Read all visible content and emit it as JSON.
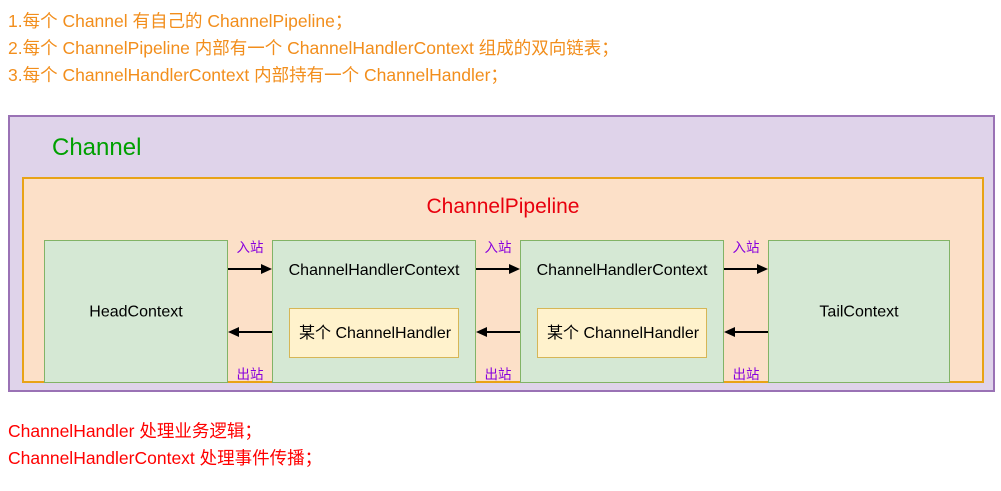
{
  "top_notes": [
    "1.每个 Channel 有自己的 ChannelPipeline；",
    "2.每个 ChannelPipeline 内部有一个 ChannelHandlerContext 组成的双向链表；",
    "3.每个 ChannelHandlerContext 内部持有一个 ChannelHandler；"
  ],
  "diagram": {
    "channel": {
      "title": "Channel",
      "color": "#00a000",
      "fill": "#dfd3ea",
      "border": "#9a72b5"
    },
    "pipeline": {
      "title": "ChannelPipeline",
      "color": "#e8000d",
      "fill": "#fce0c8",
      "border": "#e8a317"
    },
    "context_fill": "#d5e8d4",
    "context_border": "#82b366",
    "handler_fill": "#fff2cc",
    "handler_border": "#d6b656",
    "flow_label_color": "#8800dd",
    "contexts": [
      {
        "kind": "endpoint",
        "label": "HeadContext"
      },
      {
        "kind": "context",
        "title": "ChannelHandlerContext",
        "handler": "某个 ChannelHandler"
      },
      {
        "kind": "context",
        "title": "ChannelHandlerContext",
        "handler": "某个 ChannelHandler"
      },
      {
        "kind": "endpoint",
        "label": "TailContext"
      }
    ],
    "flows": [
      {
        "inbound": "入站",
        "outbound": "出站"
      },
      {
        "inbound": "入站",
        "outbound": "出站"
      },
      {
        "inbound": "入站",
        "outbound": "出站"
      }
    ]
  },
  "bottom_notes": [
    "ChannelHandler 处理业务逻辑；",
    "ChannelHandlerContext 处理事件传播；"
  ]
}
